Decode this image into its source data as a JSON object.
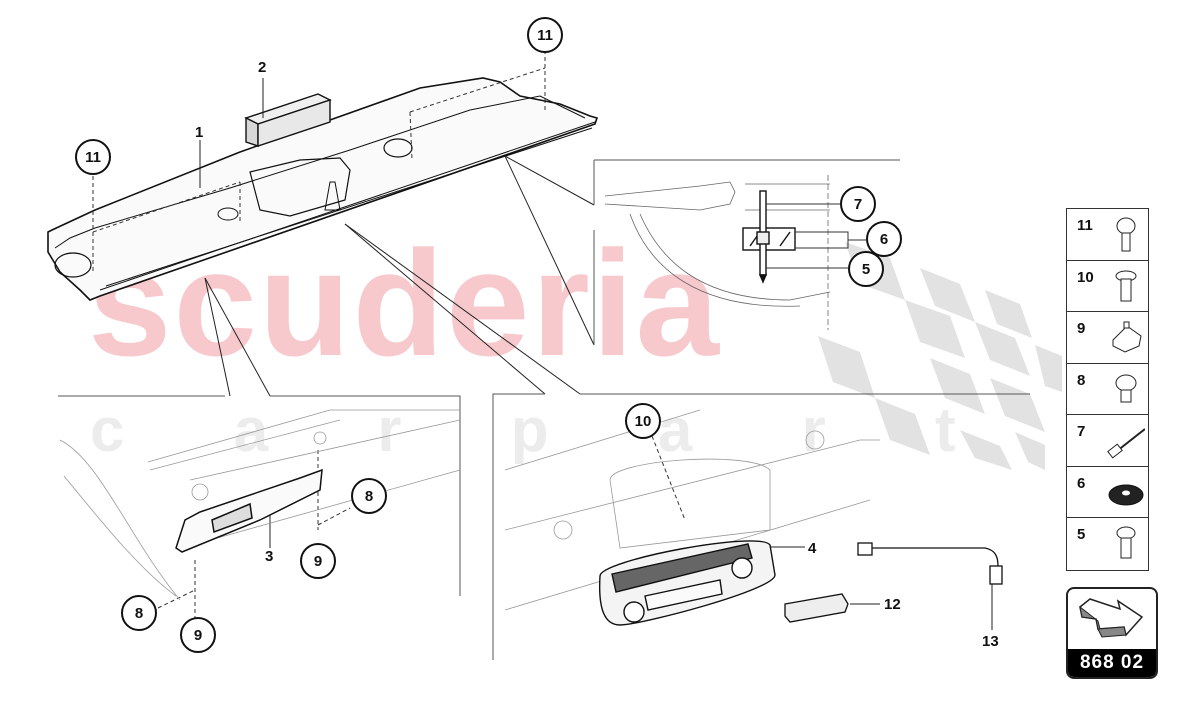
{
  "diagram": {
    "page_code": "868 02",
    "watermark": {
      "main": "scuderia",
      "sub": "c a r p a r t s",
      "main_color": "#f7c9cc",
      "sub_color": "#ececec"
    },
    "main_callouts": [
      {
        "id": "c11a",
        "label": "11"
      },
      {
        "id": "c11b",
        "label": "11"
      },
      {
        "id": "c7",
        "label": "7"
      },
      {
        "id": "c6",
        "label": "6"
      },
      {
        "id": "c5",
        "label": "5"
      },
      {
        "id": "c8a",
        "label": "8"
      },
      {
        "id": "c9a",
        "label": "9"
      },
      {
        "id": "c8b",
        "label": "8"
      },
      {
        "id": "c9b",
        "label": "9"
      },
      {
        "id": "c10",
        "label": "10"
      }
    ],
    "plain_labels": [
      {
        "id": "l1",
        "label": "1"
      },
      {
        "id": "l2",
        "label": "2"
      },
      {
        "id": "l3",
        "label": "3"
      },
      {
        "id": "l4",
        "label": "4"
      },
      {
        "id": "l12",
        "label": "12"
      },
      {
        "id": "l13",
        "label": "13"
      }
    ],
    "parts": [
      {
        "number": "1",
        "name": "headliner-trim-panel"
      },
      {
        "number": "2",
        "name": "foam-block"
      },
      {
        "number": "3",
        "name": "sun-visor"
      },
      {
        "number": "4",
        "name": "interior-light-console"
      },
      {
        "number": "5",
        "name": "screw"
      },
      {
        "number": "6",
        "name": "nut-washer"
      },
      {
        "number": "7",
        "name": "rivet"
      },
      {
        "number": "8",
        "name": "screw"
      },
      {
        "number": "9",
        "name": "cover-cap"
      },
      {
        "number": "10",
        "name": "screw"
      },
      {
        "number": "11",
        "name": "clip"
      },
      {
        "number": "12",
        "name": "switch-cover"
      },
      {
        "number": "13",
        "name": "wiring-harness"
      }
    ],
    "legend": [
      {
        "number": "11",
        "icon": "clip-icon"
      },
      {
        "number": "10",
        "icon": "screw-icon"
      },
      {
        "number": "9",
        "icon": "cap-icon"
      },
      {
        "number": "8",
        "icon": "bolt-icon"
      },
      {
        "number": "7",
        "icon": "rivet-icon"
      },
      {
        "number": "6",
        "icon": "washer-icon"
      },
      {
        "number": "5",
        "icon": "screw-icon"
      }
    ]
  }
}
